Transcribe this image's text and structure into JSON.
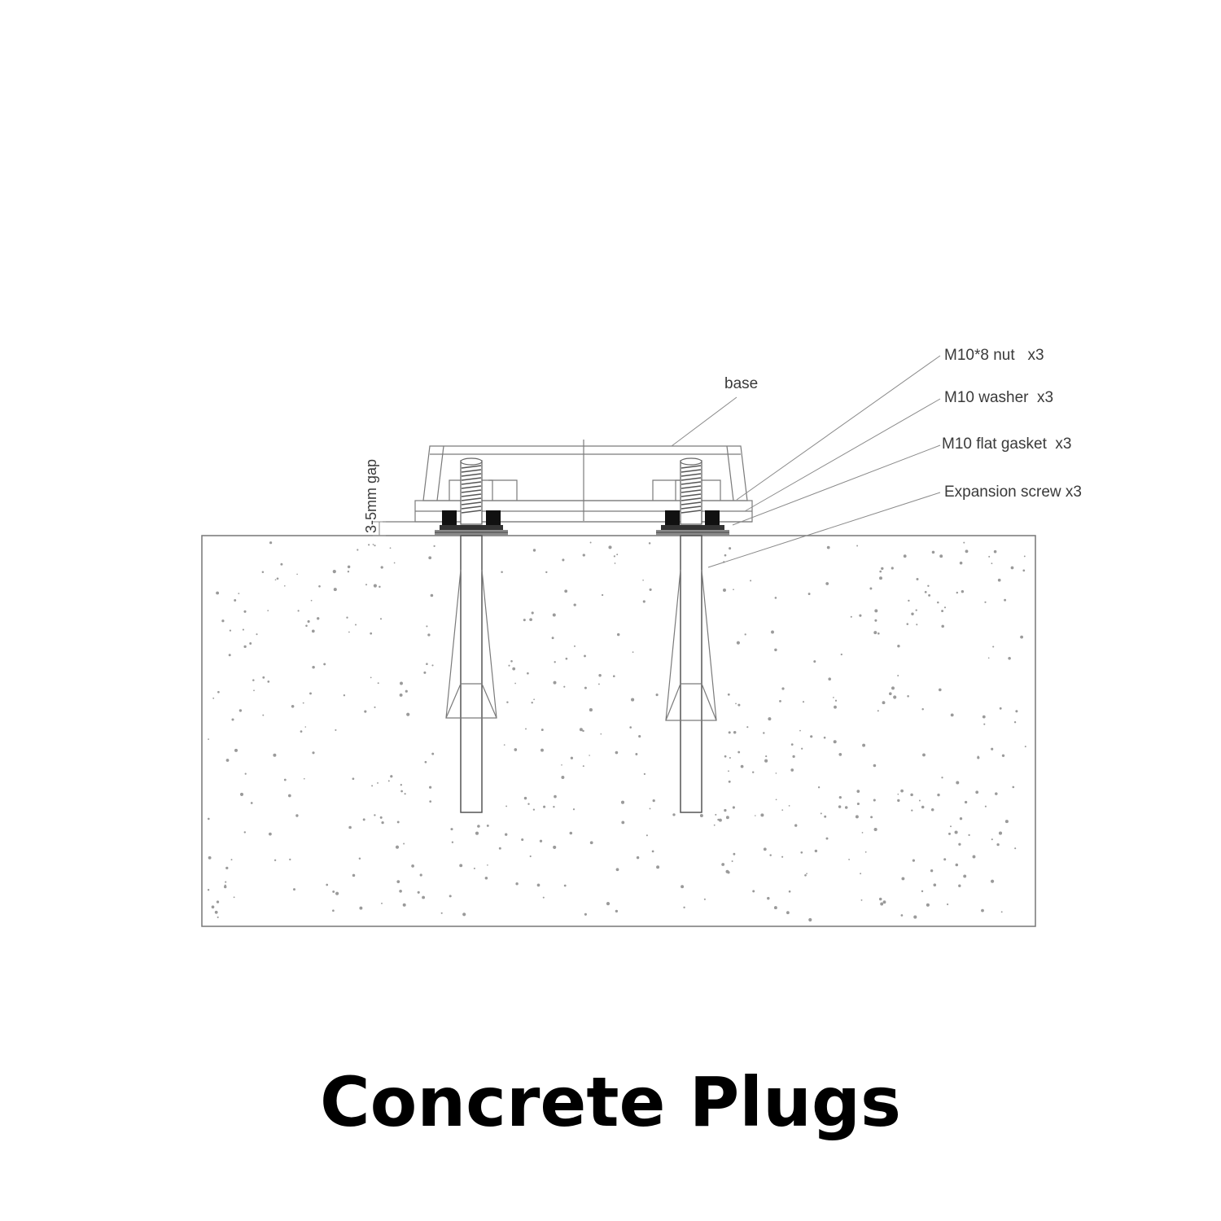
{
  "labels": {
    "base": "base",
    "nut": "M10*8 nut   x3",
    "washer": "M10 washer  x3",
    "gasket": "M10 flat gasket  x3",
    "screw": "Expansion screw x3",
    "gap": "3-5mm gap"
  },
  "caption": "Concrete Plugs"
}
